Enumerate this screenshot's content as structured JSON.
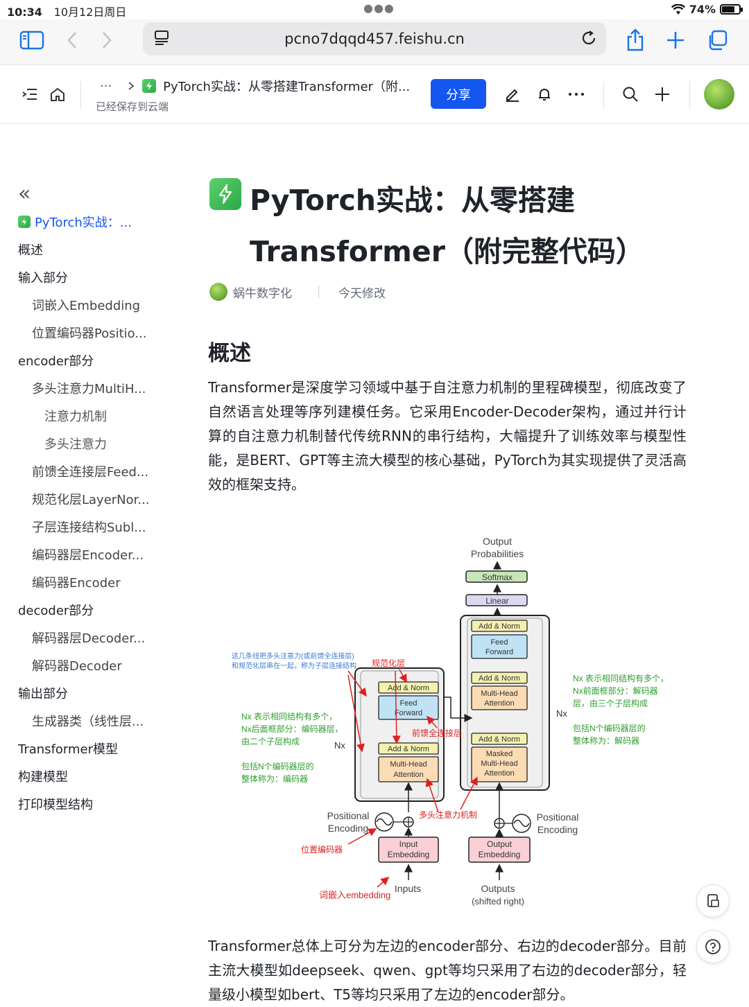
{
  "status": {
    "time": "10:34",
    "date": "10月12日周日",
    "battery": "74%",
    "battery_level": 0.74
  },
  "browser": {
    "url": "pcno7dqqd457.feishu.cn"
  },
  "docbar": {
    "breadcrumb_more": "···",
    "breadcrumb_title": "PyTorch实战：从零搭建Transformer（附...",
    "saved": "已经保存到云端",
    "share": "分享"
  },
  "toc": {
    "items": [
      {
        "label": "PyTorch实战：...",
        "level": 0
      },
      {
        "label": "概述",
        "level": 1
      },
      {
        "label": "输入部分",
        "level": 1
      },
      {
        "label": "词嵌入Embedding",
        "level": 2
      },
      {
        "label": "位置编码器Positio...",
        "level": 2
      },
      {
        "label": "encoder部分",
        "level": 1
      },
      {
        "label": "多头注意力MultiH...",
        "level": 2
      },
      {
        "label": "注意力机制",
        "level": 3
      },
      {
        "label": "多头注意力",
        "level": 3
      },
      {
        "label": "前馈全连接层Feed...",
        "level": 2
      },
      {
        "label": "规范化层LayerNor...",
        "level": 2
      },
      {
        "label": "子层连接结构Subl...",
        "level": 2
      },
      {
        "label": "编码器层Encoder...",
        "level": 2
      },
      {
        "label": "编码器Encoder",
        "level": 2
      },
      {
        "label": "decoder部分",
        "level": 1
      },
      {
        "label": "解码器层Decoder...",
        "level": 2
      },
      {
        "label": "解码器Decoder",
        "level": 2
      },
      {
        "label": "输出部分",
        "level": 1
      },
      {
        "label": "生成器类（线性层...",
        "level": 2
      },
      {
        "label": "Transformer模型",
        "level": 1
      },
      {
        "label": "构建模型",
        "level": 1
      },
      {
        "label": "打印模型结构",
        "level": 1
      }
    ]
  },
  "doc": {
    "title_line1": "PyTorch实战：从零搭建",
    "title_line2": "Transformer（附完整代码）",
    "author": "蜗牛数字化",
    "modified": "今天修改",
    "heading": "概述",
    "para1": "Transformer是深度学习领域中基于自注意力机制的里程碑模型，彻底改变了自然语言处理等序列建模任务。它采用Encoder-Decoder架构，通过并行计算的自注意力机制替代传统RNN的串行结构，大幅提升了训练效率与模型性能，是BERT、GPT等主流大模型的核心基础，PyTorch为其实现提供了灵活高效的框架支持。",
    "para2": "Transformer总体上可分为左边的encoder部分、右边的decoder部分。目前主流大模型如deepseek、qwen、gpt等均只采用了右边的decoder部分，轻量级小模型如bert、T5等均只采用了左边的encoder部分。"
  },
  "diagram": {
    "output_probabilities": [
      "Output",
      "Probabilities"
    ],
    "softmax": "Softmax",
    "linear": "Linear",
    "add_norm": "Add & Norm",
    "feed_forward": [
      "Feed",
      "Forward"
    ],
    "multi_head_attention": [
      "Multi-Head",
      "Attention"
    ],
    "masked_mha": [
      "Masked",
      "Multi-Head",
      "Attention"
    ],
    "nx": "Nx",
    "positional_encoding": [
      "Positional",
      "Encoding"
    ],
    "input_embedding": [
      "Input",
      "Embedding"
    ],
    "output_embedding": [
      "Output",
      "Embedding"
    ],
    "inputs": "Inputs",
    "outputs": [
      "Outputs",
      "(shifted right)"
    ],
    "ann_blue": [
      "这几条线把多头注意力(或前馈全连接层)",
      "和规范化层串在一起，称为子层连接结构"
    ],
    "ann_norm": "规范化层",
    "ann_encoder_nx": [
      "Nx 表示相同结构有多个，",
      "Nx后面框部分：编码器层，",
      "由二个子层构成"
    ],
    "ann_encoder": [
      "包括N个编码器层的",
      "整体称为：编码器"
    ],
    "ann_ffn": "前馈全连接层",
    "ann_mha": "多头注意力机制",
    "ann_pe": "位置编码器",
    "ann_emb": "词嵌入embedding",
    "ann_decoder_nx": [
      "Nx 表示相同结构有多个，",
      "Nx前面框部分：解码器",
      "层，由三个子层构成"
    ],
    "ann_decoder": [
      "包括N个编码器层的",
      "整体称为：解码器"
    ]
  },
  "colors": {
    "accent": "#1456f0",
    "red_annotation": "#e02020",
    "green_annotation": "#2f9e2f",
    "blue_annotation": "#3a7bd5"
  }
}
